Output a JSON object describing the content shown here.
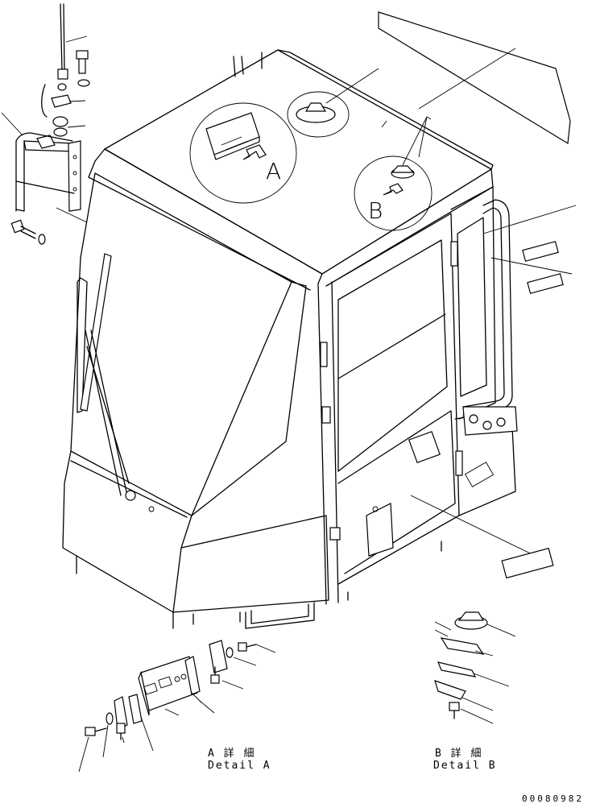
{
  "callouts": {
    "detail_a_marker": "A",
    "detail_b_marker": "B"
  },
  "details": {
    "a_label_jp": "A 詳 細",
    "a_label_en": "Detail A",
    "b_label_jp": "B 詳 細",
    "b_label_en": "Detail B"
  },
  "doc_number": "00080982"
}
